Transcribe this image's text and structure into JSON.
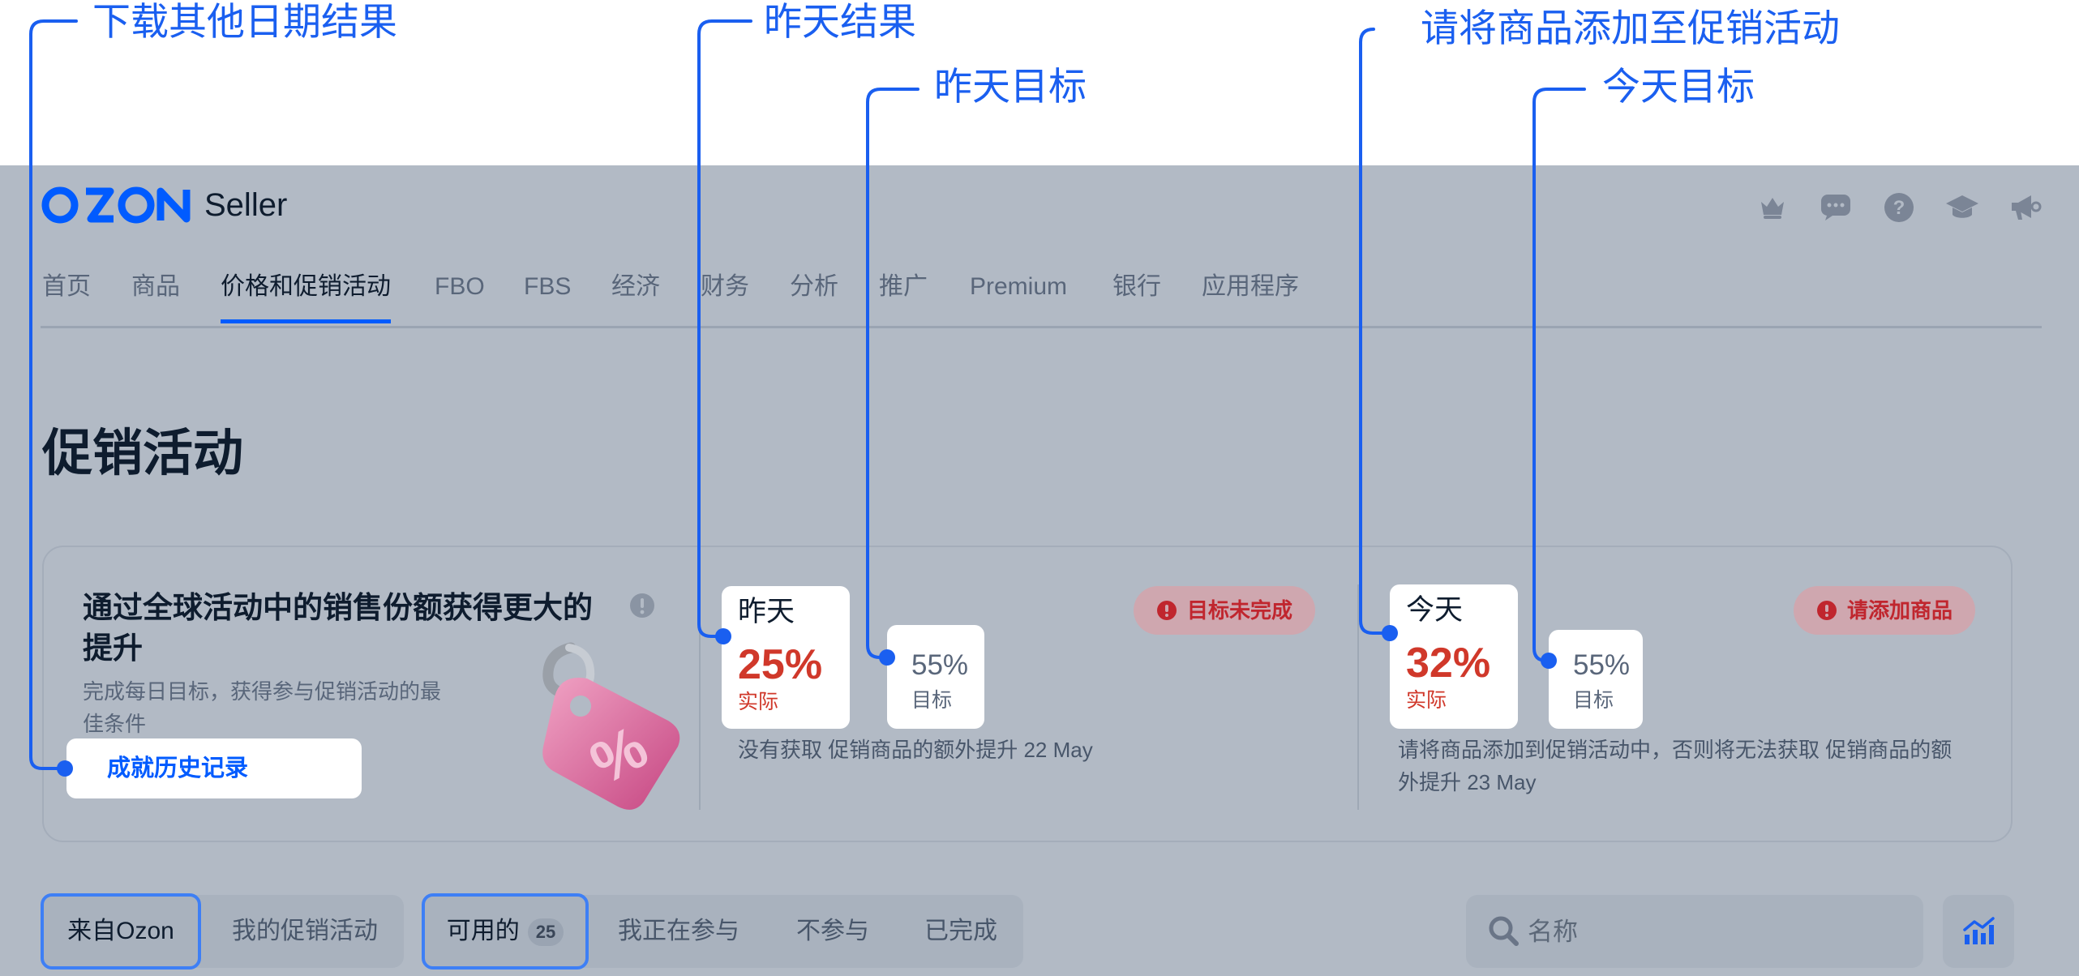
{
  "header": {
    "logo_text": "OZON",
    "seller_label": "Seller",
    "icons": [
      "crown-icon",
      "chat-icon",
      "help-icon",
      "graduation-cap-icon",
      "megaphone-icon"
    ]
  },
  "nav": {
    "tabs": [
      {
        "label": "首页"
      },
      {
        "label": "商品"
      },
      {
        "label": "价格和促销活动",
        "active": true
      },
      {
        "label": "FBO"
      },
      {
        "label": "FBS"
      },
      {
        "label": "经济"
      },
      {
        "label": "财务"
      },
      {
        "label": "分析"
      },
      {
        "label": "推广"
      },
      {
        "label": "Premium"
      },
      {
        "label": "银行"
      },
      {
        "label": "应用程序"
      }
    ]
  },
  "page_title": "促销活动",
  "promo": {
    "title": "通过全球活动中的销售份额获得更大的提升",
    "description": "完成每日目标，获得参与促销活动的最佳条件",
    "history_button": "成就历史记录",
    "tag_glyph": "%"
  },
  "yesterday": {
    "day_label": "昨天",
    "actual_value": "25%",
    "actual_label": "实际",
    "target_value": "55%",
    "target_label": "目标",
    "status": "目标未完成",
    "note": "没有获取 促销商品的额外提升 22 May"
  },
  "today": {
    "day_label": "今天",
    "actual_value": "32%",
    "actual_label": "实际",
    "target_value": "55%",
    "target_label": "目标",
    "status": "请添加商品",
    "note": "请将商品添加到促销活动中，否则将无法获取 促销商品的额外提升 23 May"
  },
  "source_tabs": {
    "options": [
      {
        "label": "来自Ozon",
        "selected": true
      },
      {
        "label": "我的促销活动"
      }
    ]
  },
  "status_tabs": {
    "options": [
      {
        "label": "可用的",
        "count": "25",
        "selected": true
      },
      {
        "label": "我正在参与"
      },
      {
        "label": "不参与"
      },
      {
        "label": "已完成"
      }
    ]
  },
  "search": {
    "placeholder": "名称",
    "value": ""
  },
  "annotations": [
    {
      "label": "下载其他日期结果"
    },
    {
      "label": "昨天结果"
    },
    {
      "label": "昨天目标"
    },
    {
      "label": "请将商品添加至促销活动"
    },
    {
      "label": "今天目标"
    }
  ],
  "colors": {
    "brand_blue": "#005bff",
    "annotation_blue": "#1a5ff0",
    "error_red": "#d0382a",
    "overlay": "#b2bac5",
    "tag_pink": "#e06aa0"
  }
}
